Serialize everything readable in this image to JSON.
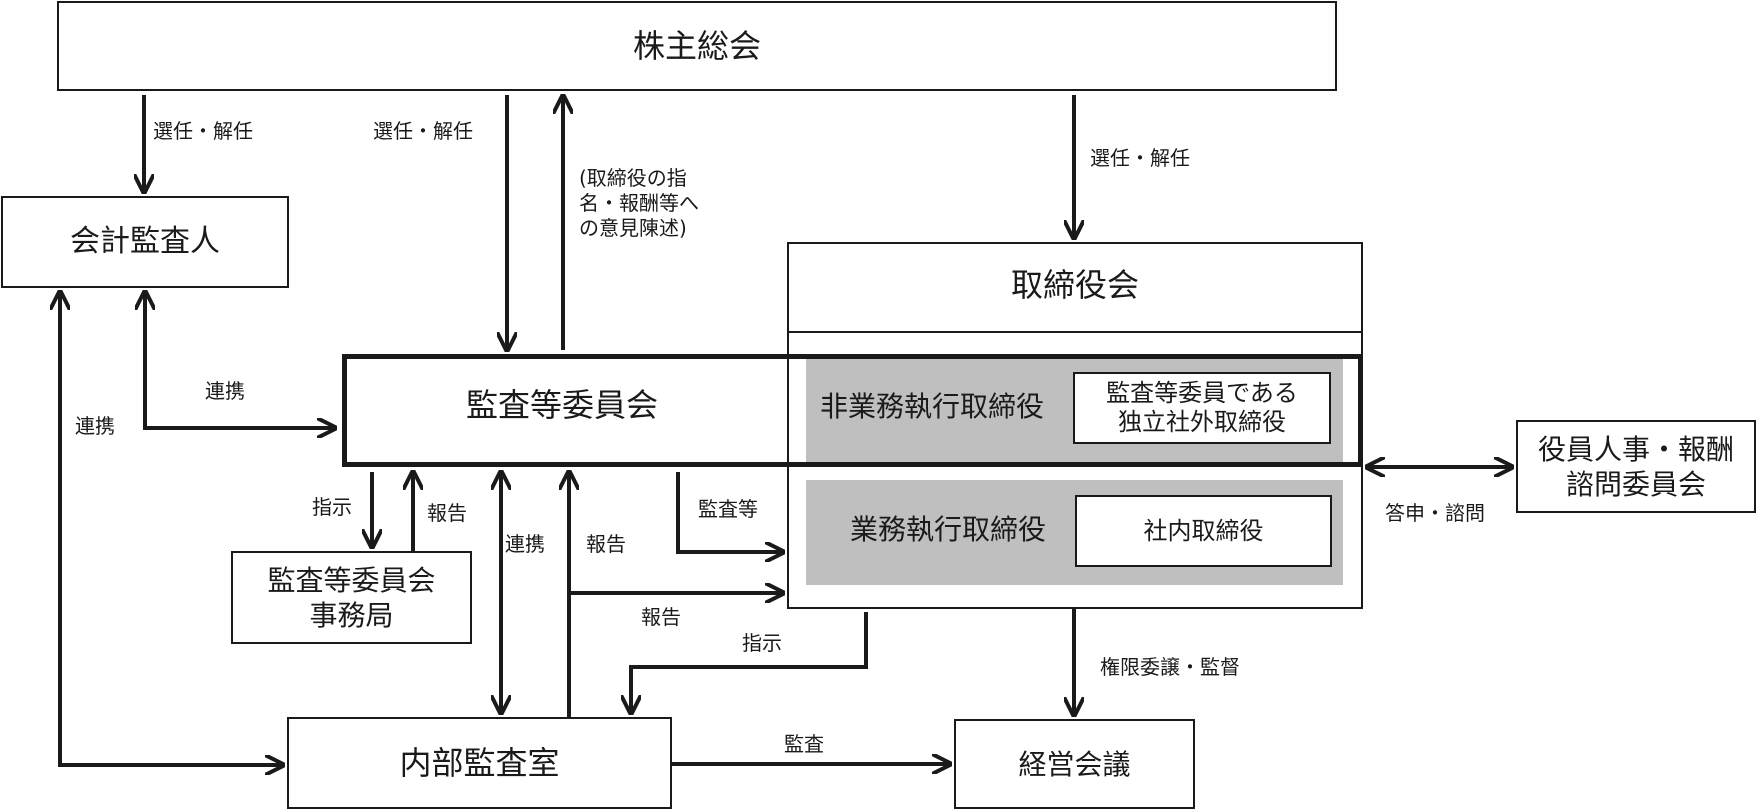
{
  "nodes": {
    "shareholders_meeting": "株主総会",
    "accounting_auditor": "会計監査人",
    "board_of_directors": "取締役会",
    "audit_committee": "監査等委員会",
    "non_executive_directors": "非業務執行取締役",
    "independent_outside_directors": "監査等委員である\n独立社外取締役",
    "executive_directors": "業務執行取締役",
    "internal_directors": "社内取締役",
    "nomination_compensation_committee": "役員人事・報酬\n諮問委員会",
    "audit_committee_office": "監査等委員会\n事務局",
    "internal_audit_office": "内部監査室",
    "management_meeting": "経営会議"
  },
  "edge_labels": {
    "elect_dismiss_auditor": "選任・解任",
    "elect_dismiss_committee": "選任・解任",
    "opinion_statement": "(取締役の指\n名・報酬等へ\nの意見陳述)",
    "elect_dismiss_board": "選任・解任",
    "coop_auditor_committee": "連携",
    "coop_auditor_internal": "連携",
    "instruct_office": "指示",
    "report_office": "報告",
    "coop_committee_internal": "連携",
    "report_internal_committee": "報告",
    "audit_exec": "監査等",
    "report_internal_board": "報告",
    "instruct_board_internal": "指示",
    "delegation_supervision": "権限委譲・監督",
    "consult_answer": "答申・諮問",
    "audit_management": "監査"
  }
}
